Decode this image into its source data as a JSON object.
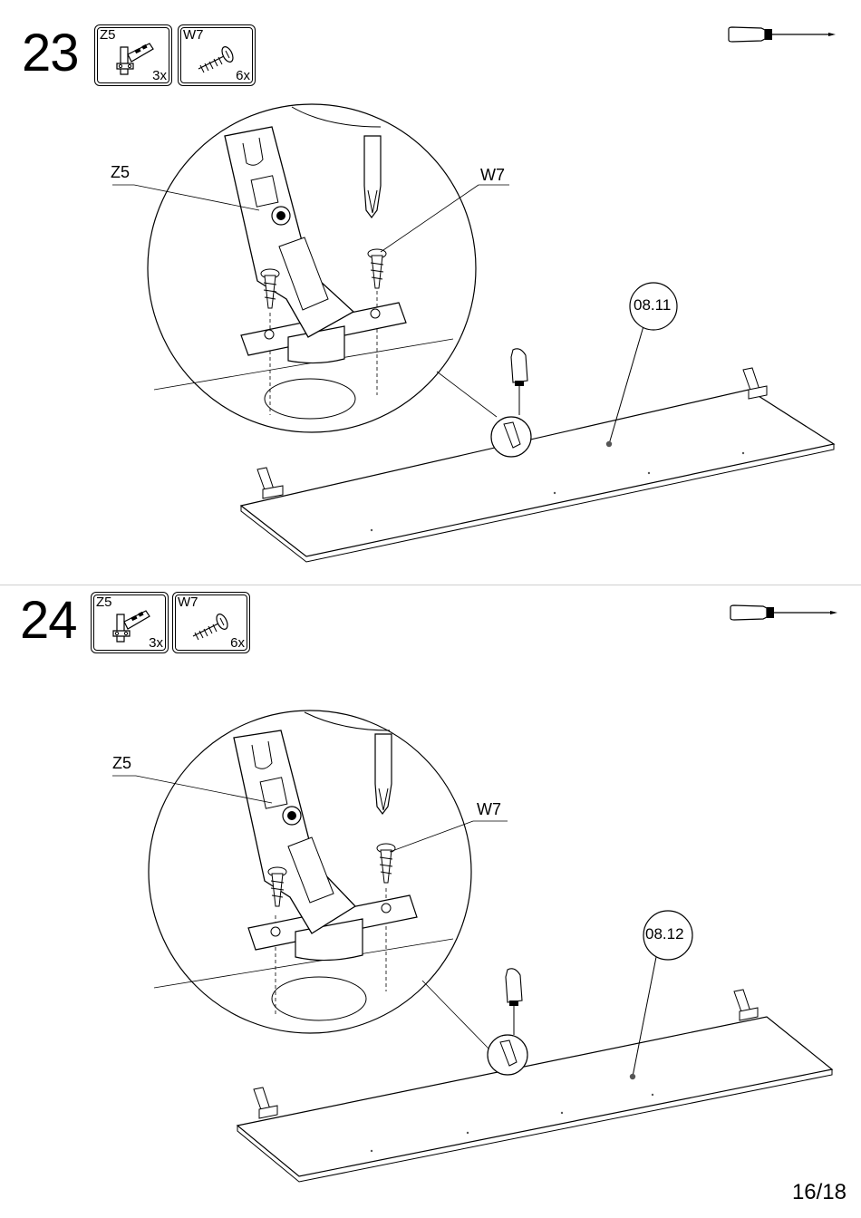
{
  "page_number": "16/18",
  "steps": [
    {
      "number": "23",
      "parts": [
        {
          "code": "Z5",
          "qty": "3x",
          "icon": "hinge-icon"
        },
        {
          "code": "W7",
          "qty": "6x",
          "icon": "screw-icon"
        }
      ],
      "tool": "screwdriver-icon",
      "labels": {
        "hinge": "Z5",
        "screw": "W7",
        "panel": "08.11"
      }
    },
    {
      "number": "24",
      "parts": [
        {
          "code": "Z5",
          "qty": "3x",
          "icon": "hinge-icon"
        },
        {
          "code": "W7",
          "qty": "6x",
          "icon": "screw-icon"
        }
      ],
      "tool": "screwdriver-icon",
      "labels": {
        "hinge": "Z5",
        "screw": "W7",
        "panel": "08.12"
      }
    }
  ]
}
